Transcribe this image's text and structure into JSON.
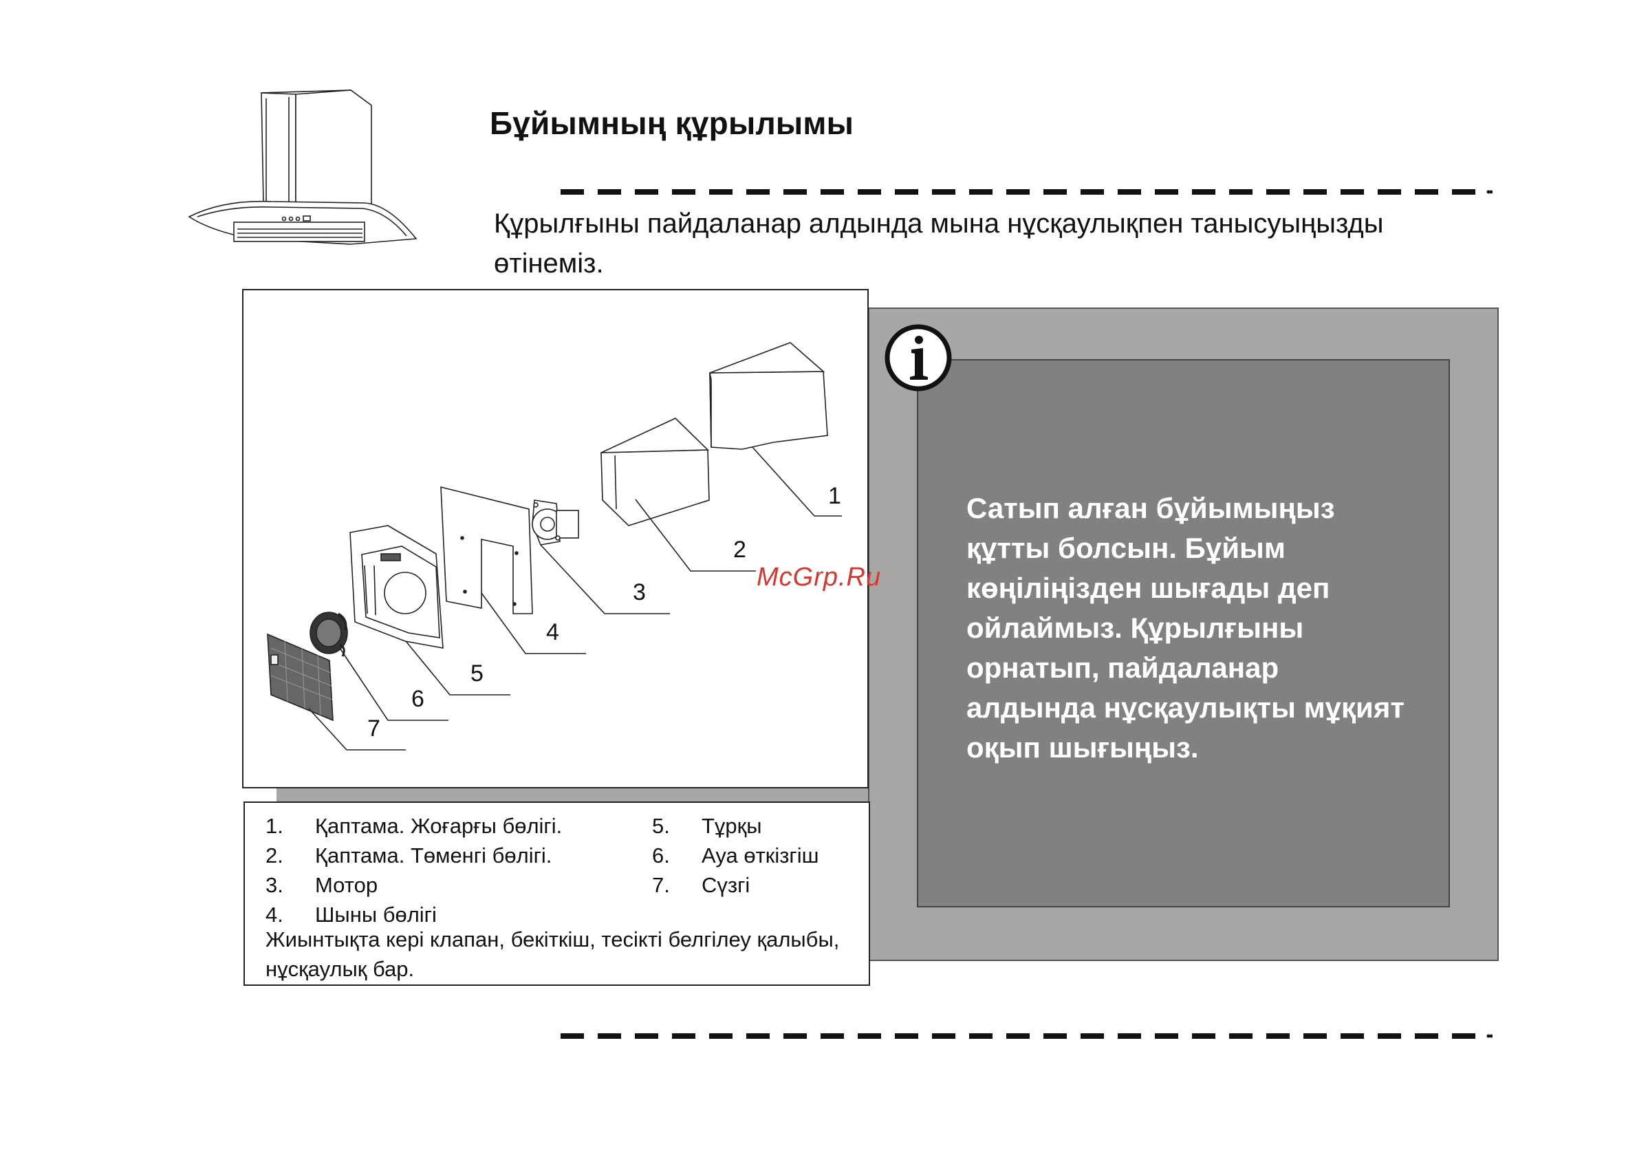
{
  "title": "Бұйымның құрылымы",
  "intro": "Құрылғыны пайдаланар алдында мына нұсқаулықпен танысуыңызды өтінеміз.",
  "info_icon": "info-icon",
  "info_text": "Сатып алған бұйымыңыз\nқұтты болсын.  Бұйым\nкөңіліңізден шығады деп\nойлаймыз. Құрылғыны\nорнатып, пайдаланар\nалдында нұсқаулықты мұқият\nоқып шығыңыз.",
  "watermark": "McGrp.Ru",
  "diagram_labels": [
    "1",
    "2",
    "3",
    "4",
    "5",
    "6",
    "7"
  ],
  "parts_left": [
    {
      "num": "1.",
      "label": "Қаптама. Жоғарғы бөлігі."
    },
    {
      "num": "2.",
      "label": "Қаптама. Төменгі бөлігі."
    },
    {
      "num": "3.",
      "label": "Мотор"
    },
    {
      "num": "4.",
      "label": "Шыны бөлігі"
    }
  ],
  "parts_right": [
    {
      "num": "5.",
      "label": "Тұрқы"
    },
    {
      "num": "6.",
      "label": "Ауа өткізгіш"
    },
    {
      "num": "7.",
      "label": "Сүзгі"
    }
  ],
  "kit_note": "Жиынтықта кері клапан, бекіткіш, тесікті белгілеу қалыбы, нұсқаулық бар.",
  "colors": {
    "panel_outer": "#a8a7a6",
    "panel_inner": "#818181",
    "info_text": "#ffffff",
    "watermark": "#d8362e"
  }
}
